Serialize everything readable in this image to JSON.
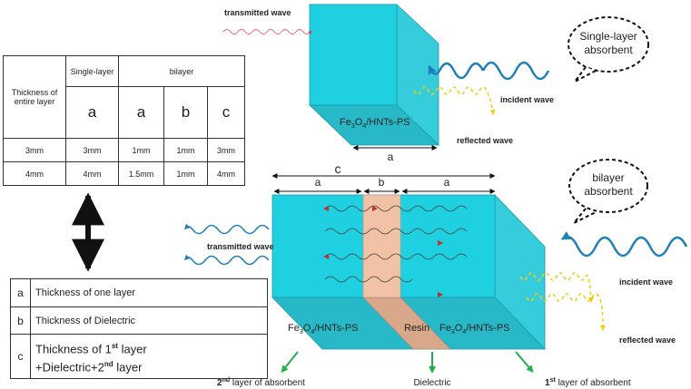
{
  "table": {
    "h_thickness": "Thickness of entire layer",
    "h_single": "Single-layer",
    "h_bilayer": "bilayer",
    "col_a1": "a",
    "col_a2": "a",
    "col_b": "b",
    "col_c": "c",
    "rows": [
      {
        "total": "3mm",
        "single_a": "3mm",
        "bi_a": "1mm",
        "bi_b": "1mm",
        "bi_c": "3mm"
      },
      {
        "total": "4mm",
        "single_a": "4mm",
        "bi_a": "1.5mm",
        "bi_b": "1mm",
        "bi_c": "4mm"
      }
    ]
  },
  "legend": {
    "rows": [
      {
        "key": "a",
        "text": "Thickness of one layer"
      },
      {
        "key": "b",
        "text": "Thickness of Dielectric"
      },
      {
        "key": "c",
        "line1_pre": "Thickness of 1",
        "line1_sup": "st",
        "line1_post": " layer",
        "line2_pre": "+Dielectric+2",
        "line2_sup": "nd",
        "line2_post": " layer"
      }
    ]
  },
  "single": {
    "transmitted": "transmitted wave",
    "incident": "incident wave",
    "reflected": "reflected wave",
    "bubble_line1": "Single-layer",
    "bubble_line2": "absorbent",
    "material_pre": "Fe",
    "material_sub1": "3",
    "material_mid": "O",
    "material_sub2": "4",
    "material_post": "/HNTs-PS",
    "dim_a": "a"
  },
  "bilayer": {
    "dim_c": "c",
    "dim_a_left": "a",
    "dim_b": "b",
    "dim_a_right": "a",
    "transmitted": "transmitted wave",
    "incident": "incident wave",
    "reflected": "reflected wave",
    "bubble_line1": "bilayer",
    "bubble_line2": "absorbent",
    "resin": "Resin",
    "material_left_pre": "Fe",
    "material_left_sub1": "3",
    "material_left_mid": "O",
    "material_left_sub2": "4",
    "material_left_post": "/HNTs-PS",
    "material_right_pre": "Fe",
    "material_right_sub1": "3",
    "material_right_mid": "O",
    "material_right_sub2": "4",
    "material_right_post": "/HNTs-PS",
    "label_second_num": "2",
    "label_second_sup": "nd",
    "label_second_rest": " layer of absorbent",
    "label_dielectric": "Dielectric",
    "label_first_num": "1",
    "label_first_sup": "st",
    "label_first_rest": " layer of absorbent"
  },
  "colors": {
    "block_front": "#1fd0e0",
    "block_top": "#27c3d2",
    "block_side": "#35cddc",
    "resin": "#f2c2a6",
    "wave": "#1f7fb8",
    "reflected": "#f0cc18",
    "arrow_green": "#22b04a",
    "transmitted_single": "#e86a6a"
  }
}
